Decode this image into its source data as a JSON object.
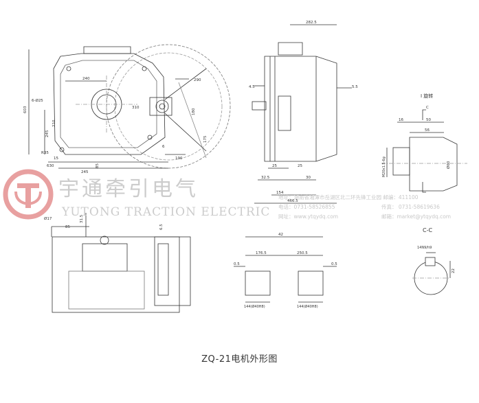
{
  "caption": "ZQ-21电机外形图",
  "watermark": {
    "cn_name": "宇通牵引电气",
    "en_name": "YUTONG TRACTION ELECTRIC",
    "address": "地址：湖南省湘潭市岳湖区北二环先锋工业园  邮编：411100",
    "phone": "电话：0731-58526855",
    "fax": "传真：  0731-58619636",
    "website": "网址：www.ytqydq.com",
    "email": "邮箱：market@ytqydq.com",
    "logo_color": "#e8a0a0"
  },
  "front_view": {
    "dims": [
      "603",
      "240",
      "290",
      "310",
      "245",
      "180",
      "175",
      "190",
      "210",
      "630",
      "R35",
      "245",
      "85",
      "15",
      "6"
    ],
    "bolt_label": "6-Ø25"
  },
  "side_view": {
    "dims": [
      "282.5",
      "5.5",
      "4.5",
      "25",
      "25",
      "32.5",
      "30",
      "154",
      "466.5"
    ]
  },
  "shaft_view": {
    "title": "I 旋转",
    "section_mark": "C",
    "dims": [
      "16",
      "50",
      "56",
      "M20x1.5-6g",
      "Ø60"
    ]
  },
  "section_view": {
    "title": "C-C",
    "dims": [
      "14N9/h9",
      "22"
    ]
  },
  "top_view": {
    "dims": [
      "Ø17",
      "31.5",
      "85",
      "6.5"
    ]
  },
  "bushing_view": {
    "dims": [
      "42",
      "176.5",
      "250.5",
      "0.5",
      "0.5",
      "Ø40",
      "Ø40",
      "144",
      "144"
    ],
    "label": "144(Ø40H8)"
  }
}
